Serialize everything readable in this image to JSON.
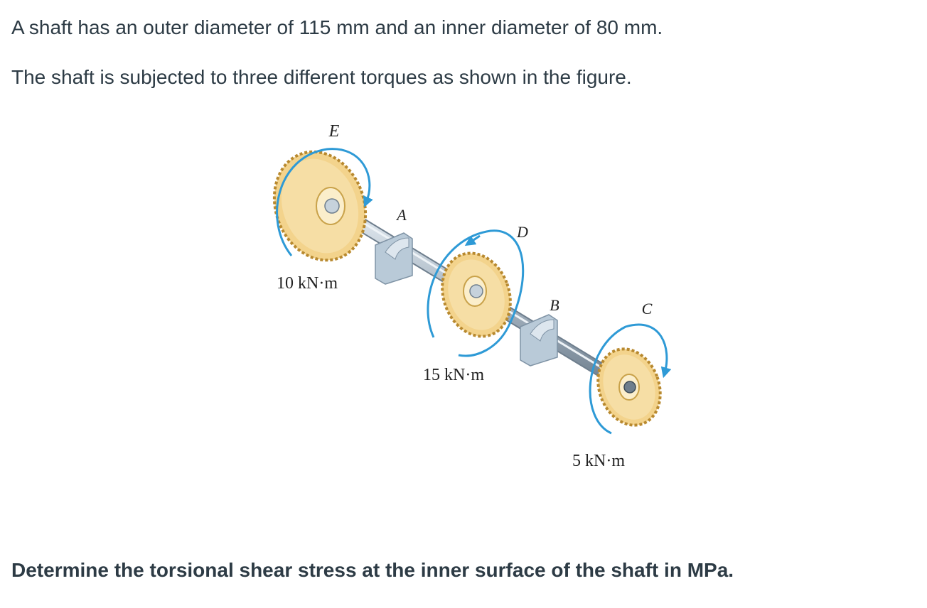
{
  "question": {
    "para1": "A shaft has an outer diameter of 115 mm and an inner diameter of 80 mm.",
    "para2": "The shaft is subjected to three different torques as shown in the figure.",
    "para3": "Determine the torsional shear stress at the inner surface of the shaft in MPa."
  },
  "figure": {
    "labels": {
      "E": "E",
      "A": "A",
      "D": "D",
      "B": "B",
      "C": "C"
    },
    "torques": {
      "E": "10 kN·m",
      "D": "15 kN·m",
      "C": "5 kN·m"
    },
    "colors": {
      "gear": "#f3d38c",
      "gear_edge": "#b8892f",
      "shaft": "#a9b7c4",
      "bearing": "#b9cad8",
      "arrow": "#2e9ad6"
    }
  }
}
